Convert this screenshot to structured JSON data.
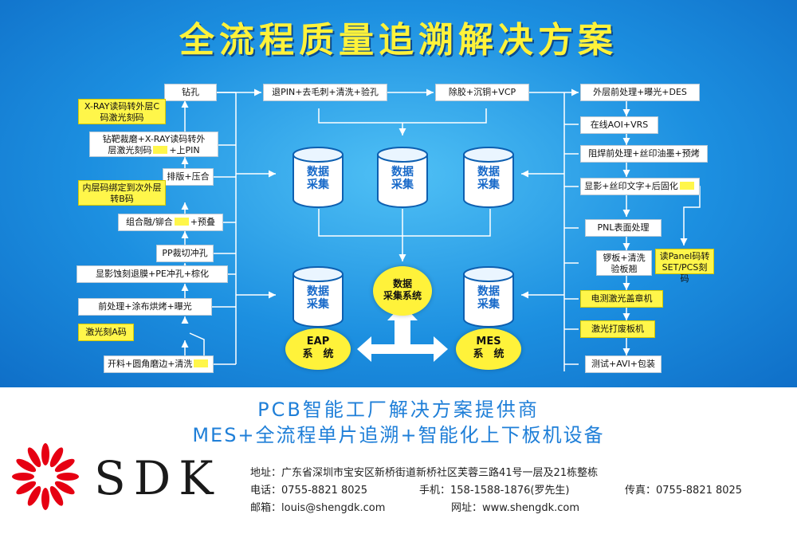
{
  "title": "全流程质量追溯解决方案",
  "colors": {
    "panel_blue": "#1c8fe0",
    "highlight_yellow": "#fff64a",
    "title_yellow": "#fff23a",
    "text_blue": "#1f7fd8",
    "logo_red": "#e60012"
  },
  "left_column": {
    "drill": "钻孔",
    "xray_laser": "X-RAY读码转外层C码激光刻码",
    "target_drill_a": "钻靶裁磨+X-RAY读码转外",
    "target_drill_b": "层激光刻码",
    "target_drill_c": "+上PIN",
    "layup_press": "排版+压合",
    "inner_code": "内层码绑定到次外层转B码",
    "fusion_a": "组合融/铆合",
    "fusion_b": "+预叠",
    "pp_cut": "PP裁切冲孔",
    "des_pe": "显影蚀刻退膜+PE冲孔+棕化",
    "pretreat": "前处理+涂布烘烤+曝光",
    "laser_a": "激光刻A码",
    "cut_clean": "开料+圆角磨边+清洗"
  },
  "top_row": {
    "desmear": "退PIN+去毛刺+清洗+验孔",
    "pth": "除胶+沉铜+VCP"
  },
  "right_column": {
    "outer": "外层前处理+曝光+DES",
    "aoi": "在线AOI+VRS",
    "solder": "阻焊前处理+丝印油墨+预烤",
    "develop": "显影+丝印文字+后固化",
    "pnl": "PNL表面处理",
    "route_a": "锣板+清洗",
    "route_b": "验板翘",
    "panel_code": "读Panel码转SET/PCS刻码",
    "etest": "电测激光盖章机",
    "scrap": "激光打废板机",
    "final": "测试+AVI+包装"
  },
  "data_collect": {
    "line1": "数据",
    "line2": "采集"
  },
  "center": {
    "system_a": "数据",
    "system_b": "采集系统",
    "eap_a": "EAP",
    "eap_b": "系　统",
    "mes_a": "MES",
    "mes_b": "系　统"
  },
  "footer": {
    "tagline1": "PCB智能工厂解决方案提供商",
    "tagline2": "MES+全流程单片追溯+智能化上下板机设备",
    "logo": "SDK",
    "address": "地址：广东省深圳市宝安区新桥街道新桥社区芙蓉三路41号一层及21栋整栋",
    "phone": "电话：0755-8821 8025",
    "mobile": "手机：158-1588-1876(罗先生)",
    "fax": "传真：0755-8821 8025",
    "email": "邮箱：louis@shengdk.com",
    "website": "网址：www.shengdk.com"
  }
}
